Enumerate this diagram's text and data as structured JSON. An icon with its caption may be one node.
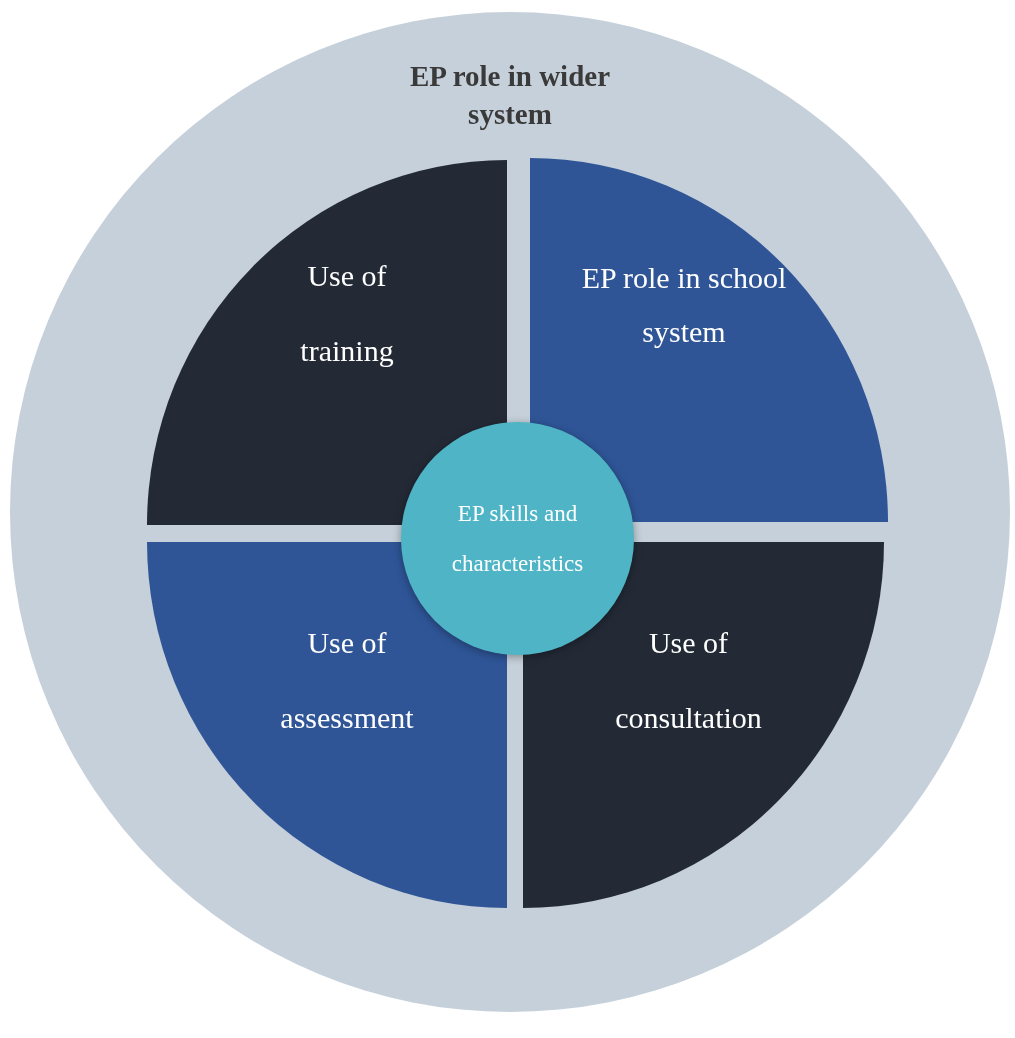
{
  "diagram": {
    "nodes": [
      {
        "text": [
          "EP role in wider system"
        ]
      },
      {
        "text": [
          "Use of training"
        ],
        "in": 0
      },
      {
        "text": [
          "EP role in school system"
        ],
        "in": 0
      },
      {
        "text": [
          "EP skills and characteristics"
        ],
        "in": 0
      },
      {
        "text": [
          "Use of assessment"
        ],
        "in": 0
      },
      {
        "text": [
          "Use of consultation"
        ],
        "in": 0
      }
    ],
    "edges": []
  }
}
